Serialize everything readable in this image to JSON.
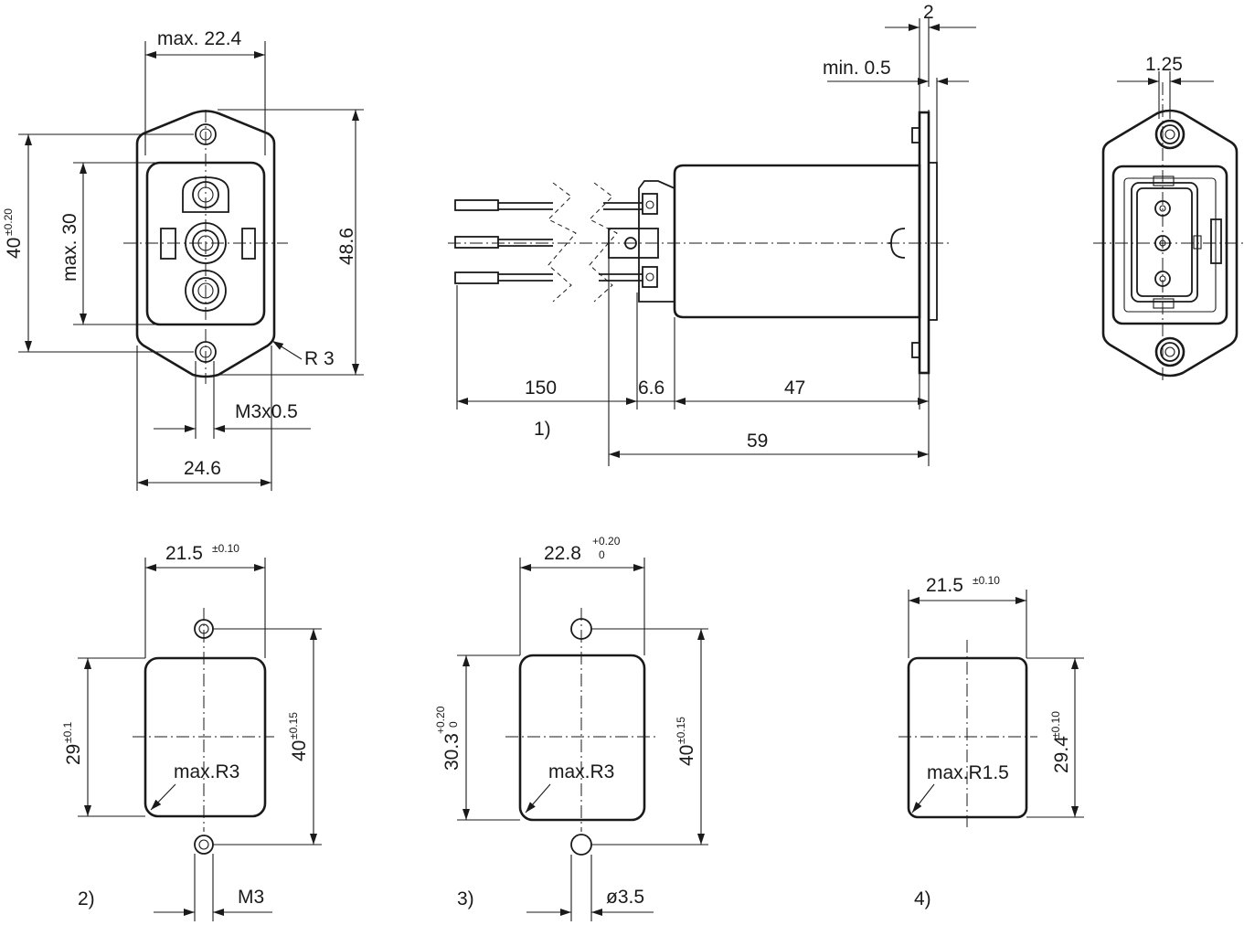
{
  "front_view": {
    "width_max": "max. 22.4",
    "height_outer": "40",
    "height_outer_tol": "±0.20",
    "height_inner_max": "max. 30",
    "overall_height": "48.6",
    "corner_radius": "R 3",
    "thread": "M3x0.5",
    "hole_pitch_width": "24.6"
  },
  "side_view": {
    "flange_thickness": "2",
    "min_clearance": "min. 0.5",
    "lead_length": "150",
    "terminal_length": "6.6",
    "body_length": "47",
    "overall_length": "59",
    "note_ref": "1)"
  },
  "rear_view": {
    "pin_pitch": "1.25"
  },
  "cutout_2": {
    "label": "2)",
    "width": "21.5",
    "width_tol": "±0.10",
    "height": "29",
    "height_tol": "±0.1",
    "hole_pitch": "40",
    "hole_pitch_tol": "±0.15",
    "radius": "max.R3",
    "thread": "M3"
  },
  "cutout_3": {
    "label": "3)",
    "width": "22.8",
    "width_tol_plus": "+0.20",
    "width_tol_minus": "0",
    "height": "30.3",
    "height_tol_plus": "+0.20",
    "height_tol_minus": "0",
    "hole_pitch": "40",
    "hole_pitch_tol": "±0.15",
    "radius": "max.R3",
    "hole_dia": "ø3.5"
  },
  "cutout_4": {
    "label": "4)",
    "width": "21.5",
    "width_tol": "±0.10",
    "height": "29.4",
    "height_tol": "±0.10",
    "radius": "max.R1.5"
  }
}
